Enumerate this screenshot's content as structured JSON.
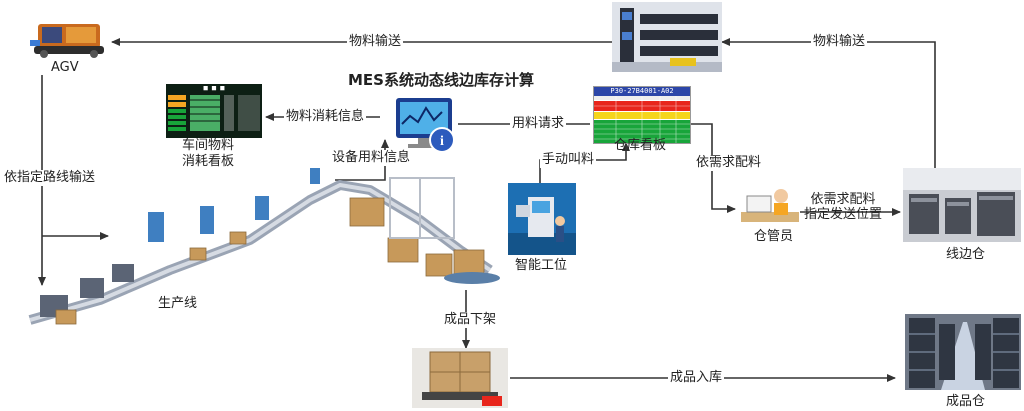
{
  "title": "MES系统动态线边库存计算",
  "nodes": {
    "agv": "AGV",
    "consumption_board": "车间物料\n消耗看板",
    "warehouse_board": "仓库看板",
    "warehouse_board_id": "P30-27B4001-A02",
    "production_line": "生产线",
    "smart_station": "智能工位",
    "warehouse_keeper": "仓管员",
    "line_side_store": "线边仓",
    "finished_store": "成品仓"
  },
  "edges": {
    "material_transport_left": "物料输送",
    "material_transport_right": "物料输送",
    "material_consumption_info": "物料消耗信息",
    "material_request": "用料请求",
    "equipment_material_info": "设备用料信息",
    "manual_call": "手动叫料",
    "on_demand_picking": "依需求配料",
    "on_demand_picking_location": "依需求配料\n指定发送位置",
    "route_transport": "依指定路线输送",
    "product_offload": "成品下架",
    "product_storage": "成品入库"
  },
  "colors": {
    "arrow": "#333333",
    "board_dark": "#0d1f14",
    "board_green": "#18a53a",
    "board_red": "#e8261c",
    "board_yellow": "#f5d51c",
    "board_title": "#2c46a8"
  }
}
